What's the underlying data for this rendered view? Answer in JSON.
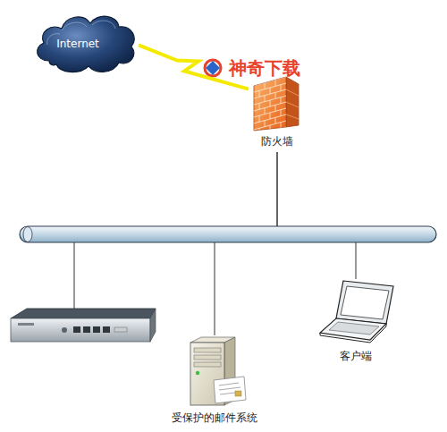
{
  "diagram": {
    "nodes": [
      {
        "text": [
          "Internet"
        ]
      },
      {
        "text": [
          "防火墙"
        ]
      },
      {
        "text": [
          "受保护的邮件系统"
        ]
      },
      {
        "text": [
          "客户端"
        ]
      }
    ],
    "edges": [
      {
        "from": 0,
        "to": 1,
        "arrow": "none"
      },
      {
        "from": 1,
        "to": 2,
        "arrow": "none"
      },
      {
        "from": 1,
        "to": 3,
        "arrow": "none"
      }
    ],
    "labels": [
      "神奇下载"
    ]
  }
}
